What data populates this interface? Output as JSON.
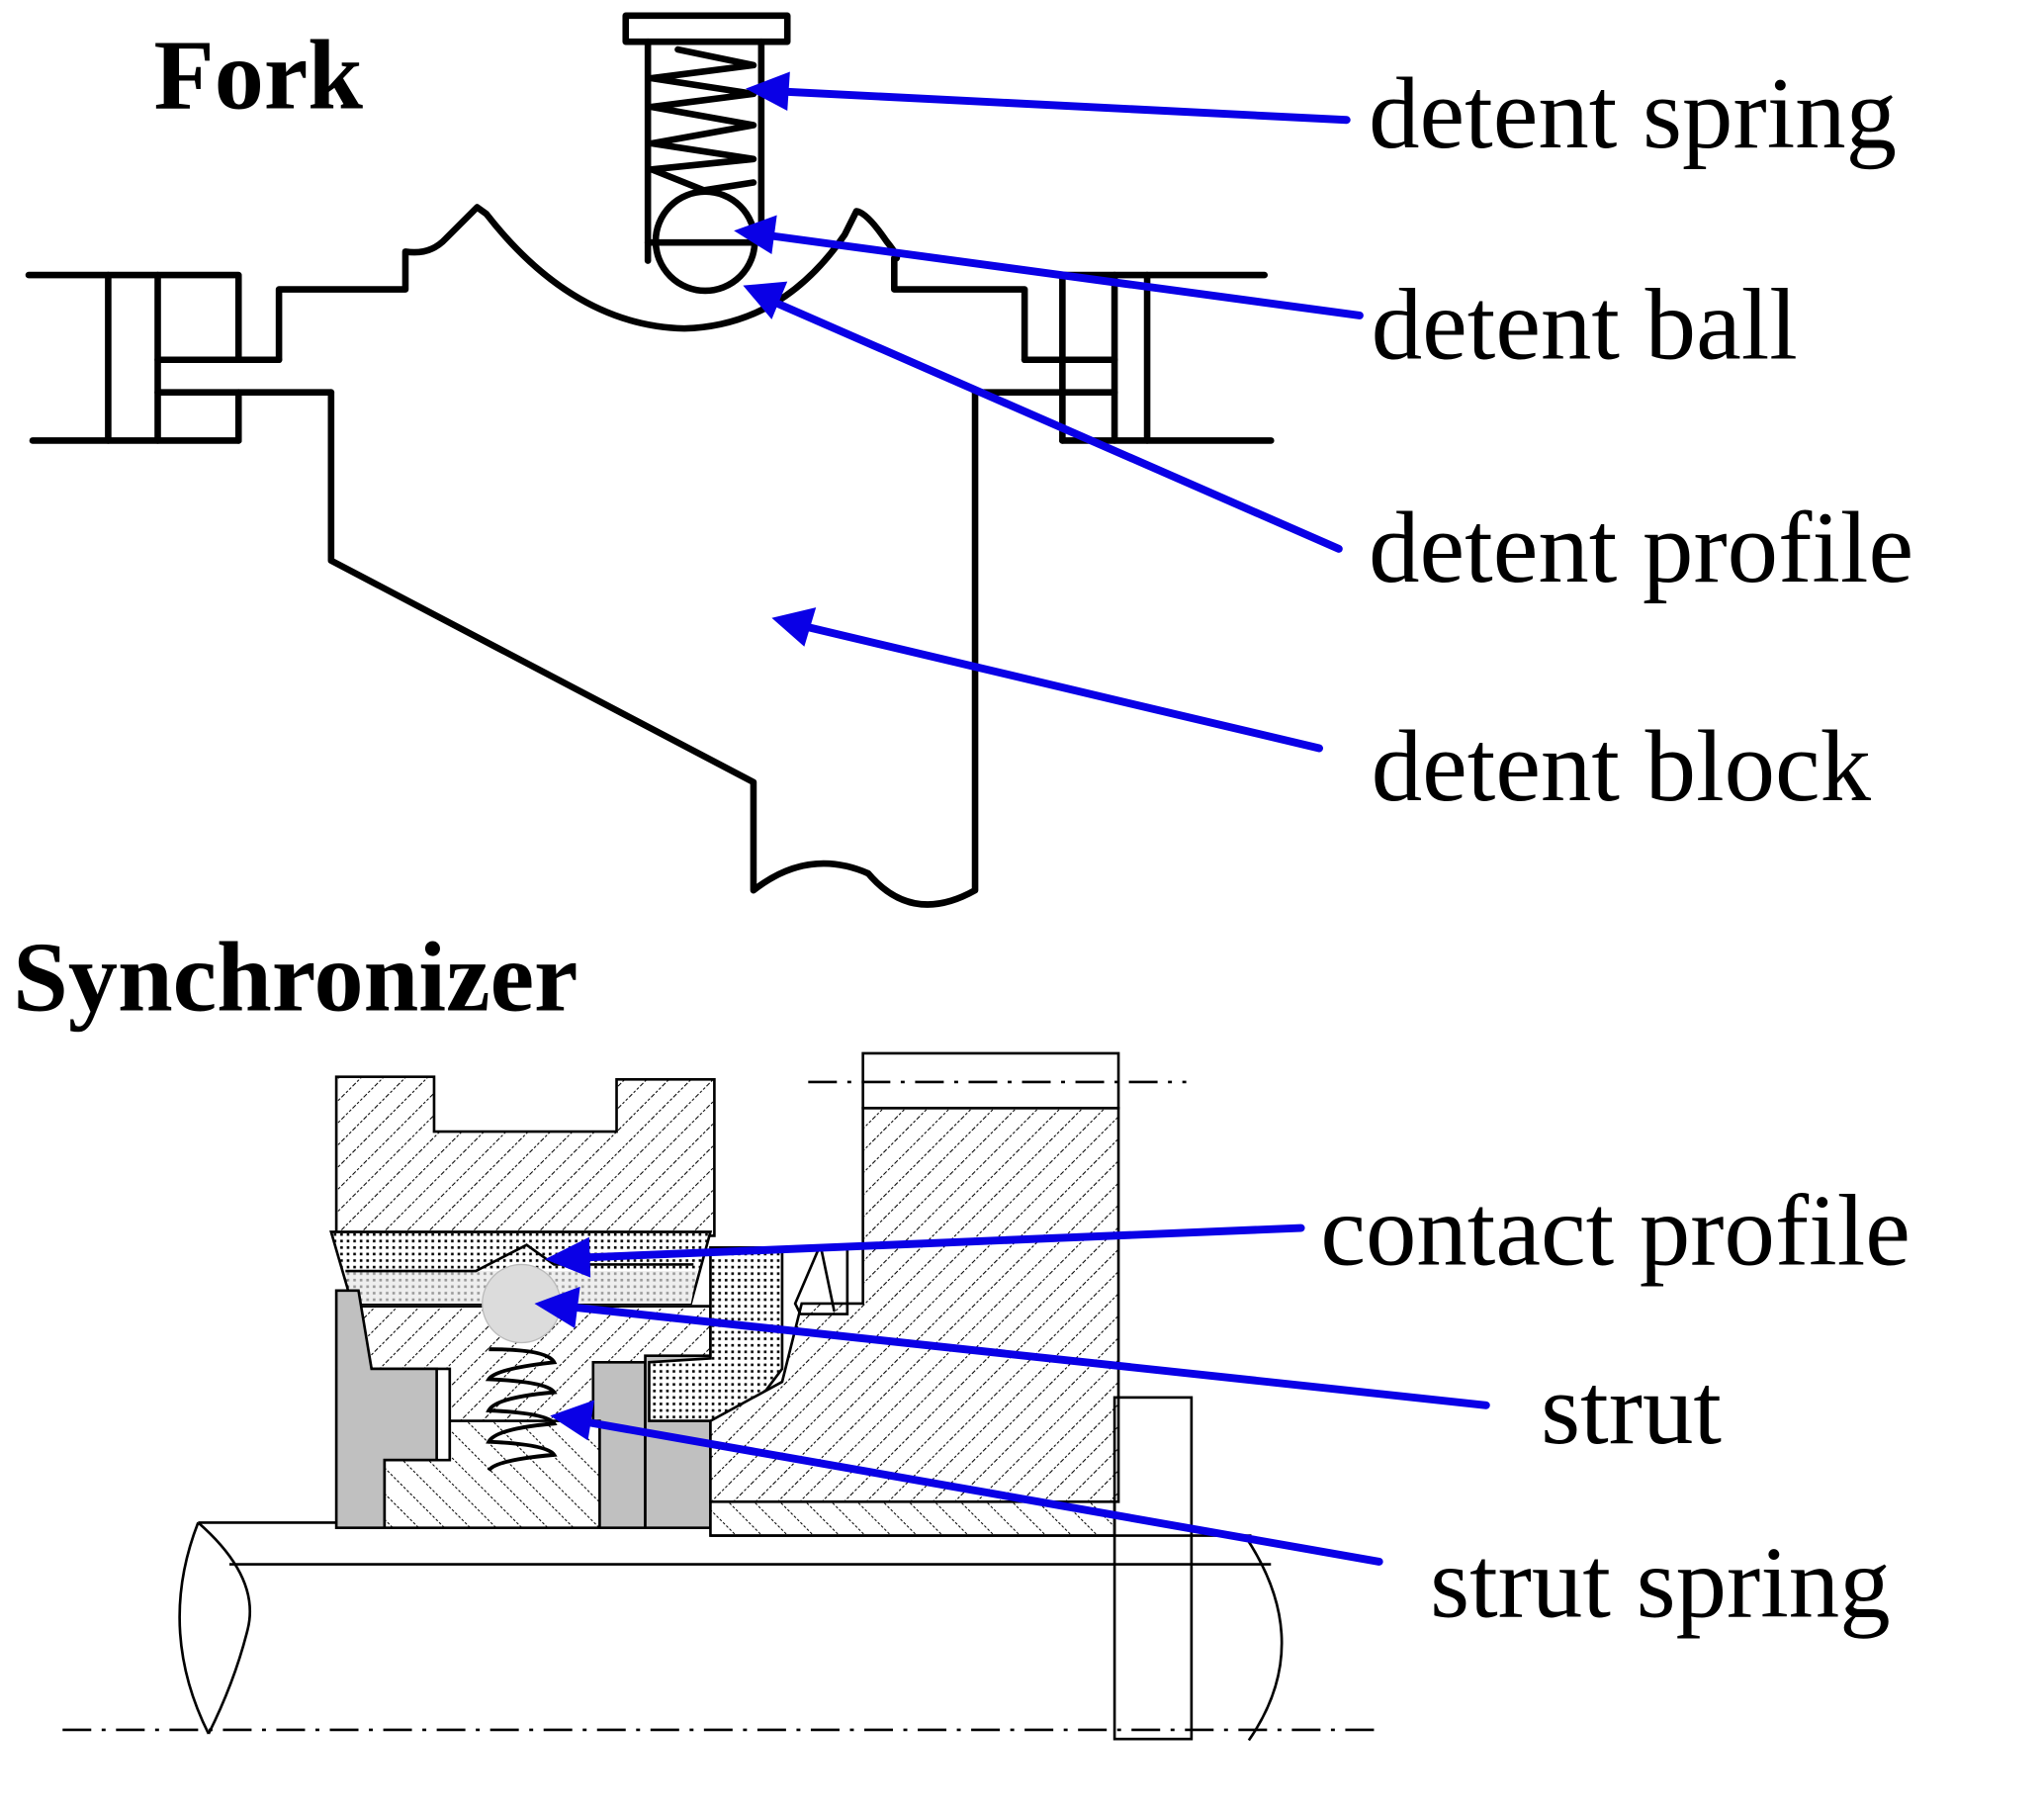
{
  "figure": {
    "titles": {
      "fork": "Fork",
      "synchronizer": "Synchronizer"
    },
    "fork_labels": [
      {
        "id": "detent-spring",
        "text": "detent spring"
      },
      {
        "id": "detent-ball",
        "text": "detent ball"
      },
      {
        "id": "detent-profile",
        "text": "detent profile"
      },
      {
        "id": "detent-block",
        "text": "detent block"
      }
    ],
    "synchronizer_labels": [
      {
        "id": "contact-profile",
        "text": "contact profile"
      },
      {
        "id": "strut",
        "text": "strut"
      },
      {
        "id": "strut-spring",
        "text": "strut spring"
      }
    ],
    "colors": {
      "arrow": "#0a00e6",
      "line": "#000000",
      "shaded_part": "#c0c0c0",
      "strut_ball": "#dcdcdc"
    }
  }
}
